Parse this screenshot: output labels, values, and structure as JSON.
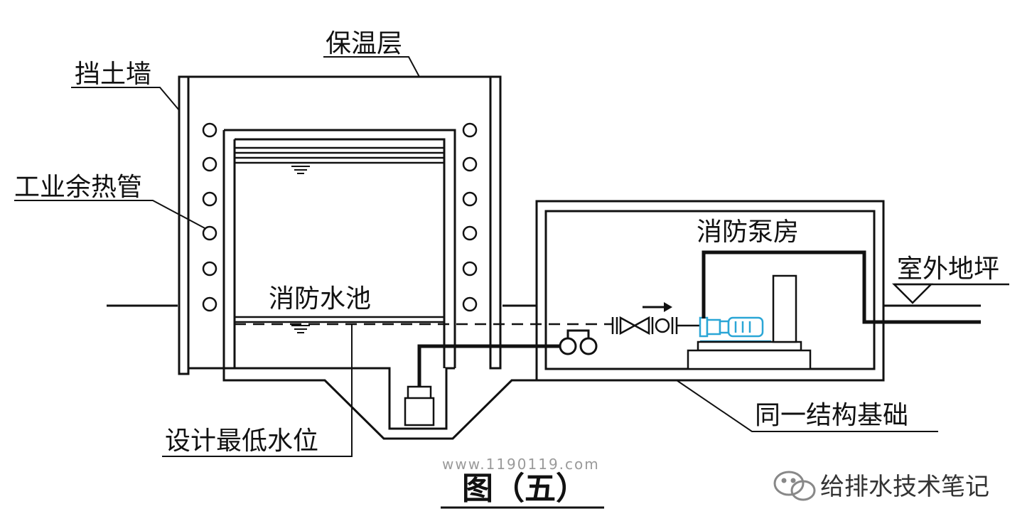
{
  "labels": {
    "retaining_wall": "挡土墙",
    "insulation_layer": "保温层",
    "heat_pipe": "工业余热管",
    "fire_pool": "消防水池",
    "pump_room": "消防泵房",
    "outdoor_ground": "室外地坪",
    "same_foundation": "同一结构基础",
    "min_water_level": "设计最低水位"
  },
  "caption": "图（五）",
  "watermark": "www.1190119.com",
  "brand": "给排水技术笔记",
  "colors": {
    "line": "#111111",
    "pump": "#2aa6d6"
  }
}
